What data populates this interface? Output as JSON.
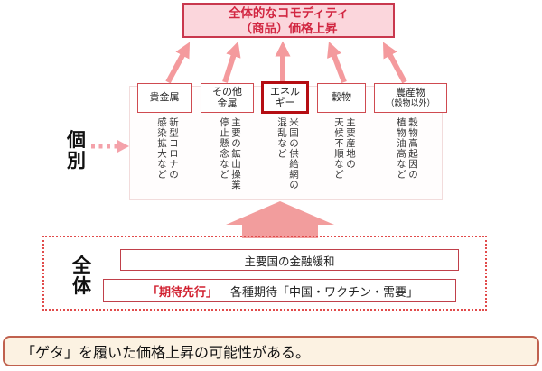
{
  "colors": {
    "accent_red": "#c9384e",
    "top_box_fill": "#fbd6dc",
    "top_box_text": "#d22742",
    "arrow_salmon": "#f49a9d",
    "highlight_border": "#b50d12",
    "category_border": "#cf4a50",
    "dotted_border": "#e14b4b",
    "expectation_red": "#d1202f",
    "note_fill": "#fcf2e2",
    "note_border": "#c0614e"
  },
  "top_box": {
    "lines": [
      "全体的なコモディティ",
      "（商品）価格上昇"
    ]
  },
  "side_labels": {
    "individual": [
      "個",
      "別"
    ],
    "overall": [
      "全",
      "体"
    ]
  },
  "categories": [
    {
      "label": [
        "貴金属"
      ],
      "cause": [
        "新型コロナの",
        "感染拡大など"
      ]
    },
    {
      "label": [
        "その他",
        "金属"
      ],
      "cause": [
        "主要の鉱山操業",
        "停止懸念など"
      ]
    },
    {
      "label": [
        "エネル",
        "ギー"
      ],
      "highlighted": true,
      "cause": [
        "米国の供給網の",
        "混乱など"
      ]
    },
    {
      "label": [
        "穀物"
      ],
      "cause": [
        "主要産地の",
        "天候不順など"
      ]
    },
    {
      "label": [
        "農産物"
      ],
      "sublabel": "（穀物以外）",
      "cause": [
        "穀物高起因の",
        "植物油高など"
      ]
    }
  ],
  "overall_section": {
    "monetary_easing": "主要国の金融緩和",
    "expectation_tag": "「期待先行」",
    "expectation_text": "各種期待「中国・ワクチン・需要」"
  },
  "bottom_note": "「ゲタ」を履いた価格上昇の可能性がある。"
}
